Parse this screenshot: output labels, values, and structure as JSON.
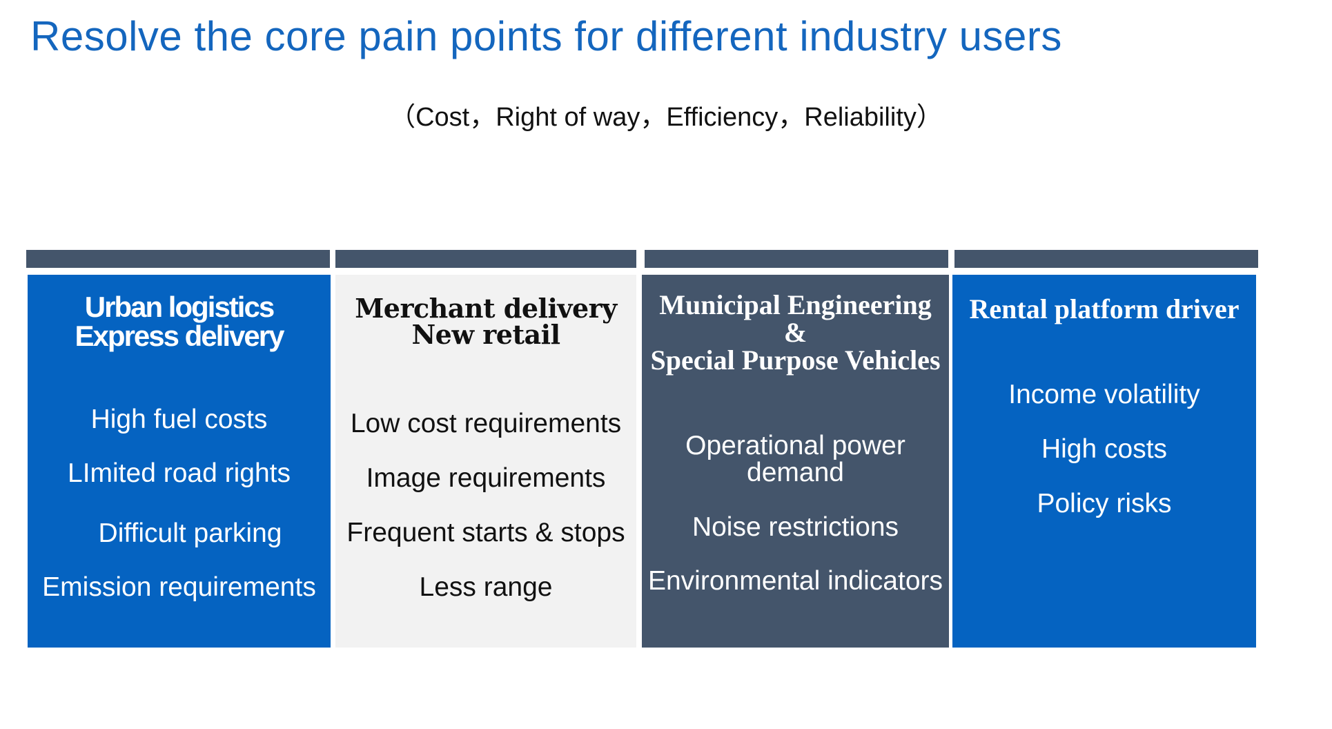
{
  "title": "Resolve the core pain points for different industry users",
  "subtitle": "（Cost，Right of way，Efficiency，Reliability）",
  "colors": {
    "title_blue": "#1466be",
    "card_blue": "#0563c1",
    "card_gray": "#f2f2f2",
    "card_slate": "#44556b",
    "bar_slate": "#44556b"
  },
  "cards": [
    {
      "header_lines": [
        "Urban logistics",
        "Express delivery"
      ],
      "items": [
        "High fuel costs",
        "LImited road rights",
        "Difficult parking",
        "Emission requirements"
      ]
    },
    {
      "header_lines": [
        "Merchant delivery",
        "New retail"
      ],
      "items": [
        "Low cost requirements",
        "Image requirements",
        "Frequent starts & stops",
        "Less range"
      ]
    },
    {
      "header_lines": [
        "Municipal Engineering",
        "&",
        "Special Purpose Vehicles"
      ],
      "items": [
        {
          "lines": [
            "Operational power",
            "demand"
          ]
        },
        "Noise restrictions",
        "Environmental indicators"
      ]
    },
    {
      "header_lines": [
        "Rental platform driver"
      ],
      "items": [
        "Income volatility",
        "High costs",
        "Policy risks"
      ]
    }
  ]
}
